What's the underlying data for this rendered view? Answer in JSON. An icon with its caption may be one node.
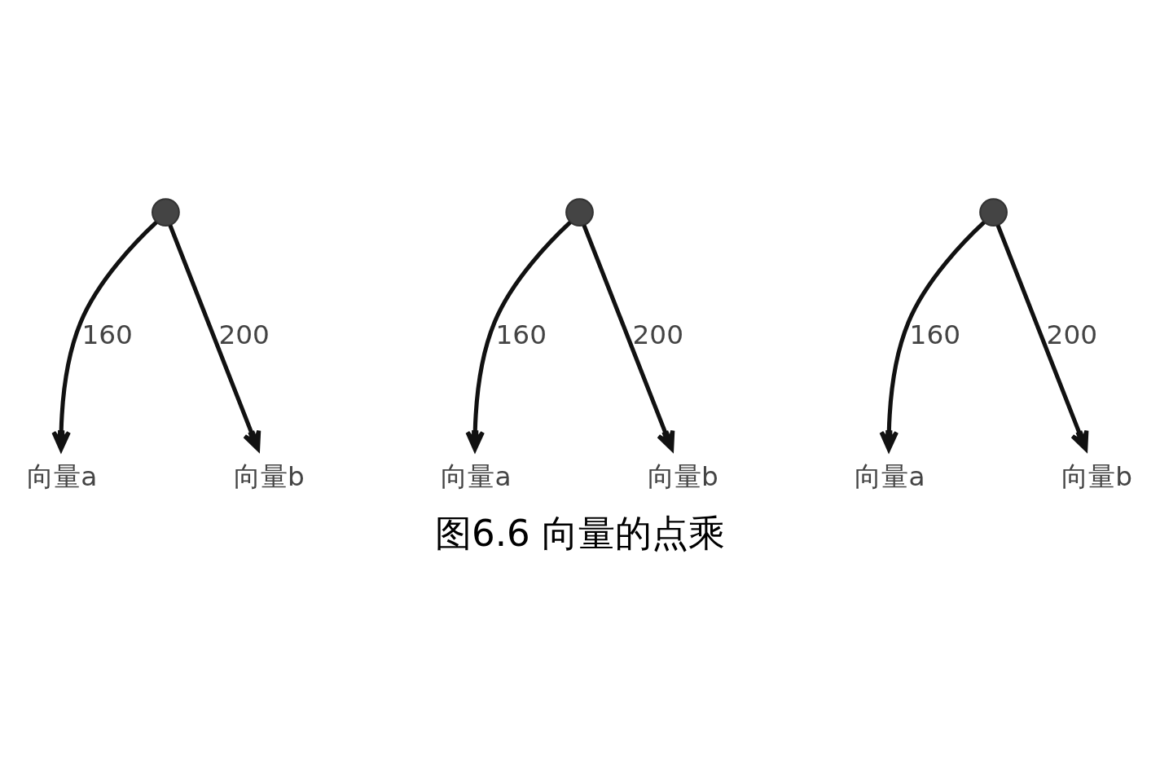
{
  "diagram": {
    "caption": "图6.6 向量的点乘",
    "nodes": [
      {
        "text": [],
        "shape": "circle"
      },
      {
        "text": [
          "向量a"
        ]
      },
      {
        "text": [
          "向量b"
        ]
      },
      {
        "text": [],
        "shape": "circle"
      },
      {
        "text": [
          "向量a"
        ]
      },
      {
        "text": [
          "向量b"
        ]
      },
      {
        "text": [],
        "shape": "circle"
      },
      {
        "text": [
          "向量a"
        ]
      },
      {
        "text": [
          "向量b"
        ]
      }
    ],
    "edges": [
      {
        "from": 0,
        "to": 1,
        "arrow": "to",
        "label": "160"
      },
      {
        "from": 0,
        "to": 2,
        "arrow": "to",
        "label": "200"
      },
      {
        "from": 3,
        "to": 4,
        "arrow": "to",
        "label": "160"
      },
      {
        "from": 3,
        "to": 5,
        "arrow": "to",
        "label": "200"
      },
      {
        "from": 6,
        "to": 7,
        "arrow": "to",
        "label": "160"
      },
      {
        "from": 6,
        "to": 8,
        "arrow": "to",
        "label": "200"
      }
    ]
  }
}
